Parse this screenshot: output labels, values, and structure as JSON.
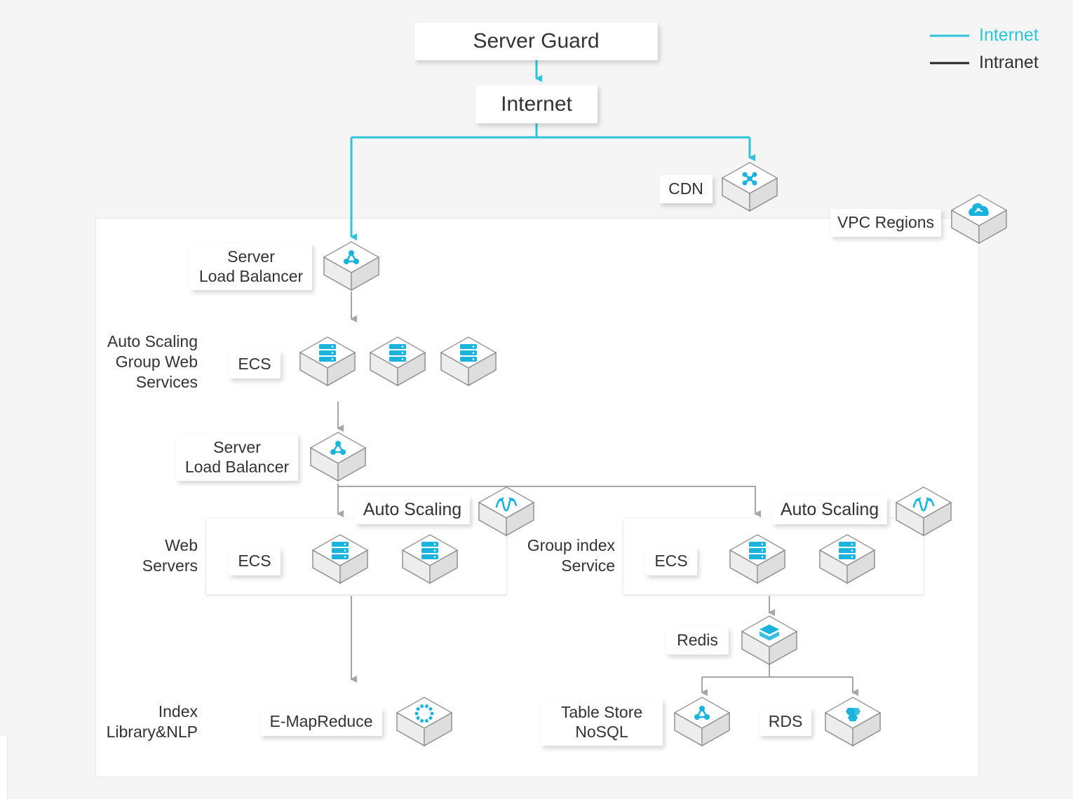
{
  "colors": {
    "internet": "#2ec4da",
    "intranet": "#222222",
    "arrow_gray": "#a6a6a6",
    "icon_blue": "#1ab3dd"
  },
  "legend": {
    "internet": "Internet",
    "intranet": "Intranet"
  },
  "nodes": {
    "server_guard": "Server Guard",
    "internet": "Internet",
    "cdn": "CDN",
    "vpc_regions": "VPC Regions",
    "slb_top": "Server\nLoad Balancer",
    "ecs_group1": "ECS",
    "slb_mid": "Server\nLoad Balancer",
    "auto_scaling_left": "Auto Scaling",
    "ecs_web": "ECS",
    "auto_scaling_right": "Auto Scaling",
    "ecs_index": "ECS",
    "redis": "Redis",
    "emapreduce": "E-MapReduce",
    "table_store": "Table Store\nNoSQL",
    "rds": "RDS"
  },
  "side_labels": {
    "auto_scaling_group": "Auto Scaling\nGroup Web\nServices",
    "web_servers": "Web\nServers",
    "group_index": "Group index\nService",
    "index_library": "Index\nLibrary&NLP"
  },
  "icons": {
    "cdn": "cdn-icon",
    "vpc": "cloud-icon",
    "slb": "load-balancer-icon",
    "ecs": "server-icon",
    "auto_scaling": "auto-scaling-icon",
    "redis": "redis-icon",
    "emapreduce": "emapreduce-icon",
    "table_store": "table-store-icon",
    "rds": "rds-icon"
  }
}
